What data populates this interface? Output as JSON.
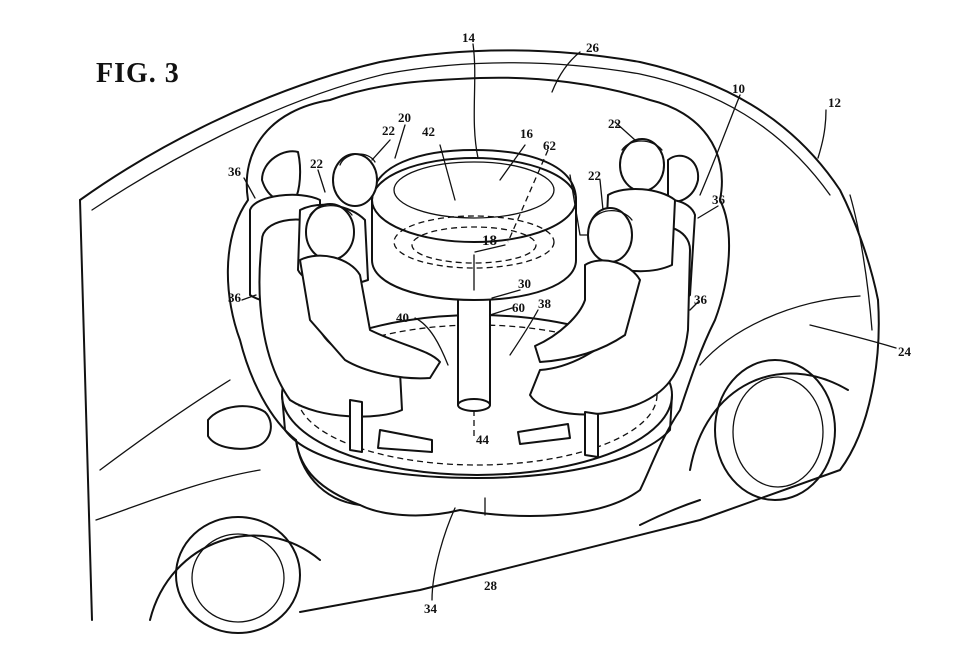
{
  "figure": {
    "title": "FIG. 3",
    "references": [
      {
        "id": "ref-14",
        "label": "14"
      },
      {
        "id": "ref-26",
        "label": "26"
      },
      {
        "id": "ref-10",
        "label": "10"
      },
      {
        "id": "ref-12",
        "label": "12"
      },
      {
        "id": "ref-20",
        "label": "20"
      },
      {
        "id": "ref-42",
        "label": "42"
      },
      {
        "id": "ref-16",
        "label": "16"
      },
      {
        "id": "ref-62",
        "label": "62"
      },
      {
        "id": "ref-22a",
        "label": "22"
      },
      {
        "id": "ref-22b",
        "label": "22"
      },
      {
        "id": "ref-22c",
        "label": "22"
      },
      {
        "id": "ref-22d",
        "label": "22"
      },
      {
        "id": "ref-36a",
        "label": "36"
      },
      {
        "id": "ref-36b",
        "label": "36"
      },
      {
        "id": "ref-36c",
        "label": "36"
      },
      {
        "id": "ref-36d",
        "label": "36"
      },
      {
        "id": "ref-18",
        "label": "18"
      },
      {
        "id": "ref-30",
        "label": "30"
      },
      {
        "id": "ref-38",
        "label": "38"
      },
      {
        "id": "ref-40",
        "label": "40"
      },
      {
        "id": "ref-60",
        "label": "60"
      },
      {
        "id": "ref-24",
        "label": "24"
      },
      {
        "id": "ref-44",
        "label": "44"
      },
      {
        "id": "ref-28",
        "label": "28"
      },
      {
        "id": "ref-34",
        "label": "34"
      }
    ]
  }
}
